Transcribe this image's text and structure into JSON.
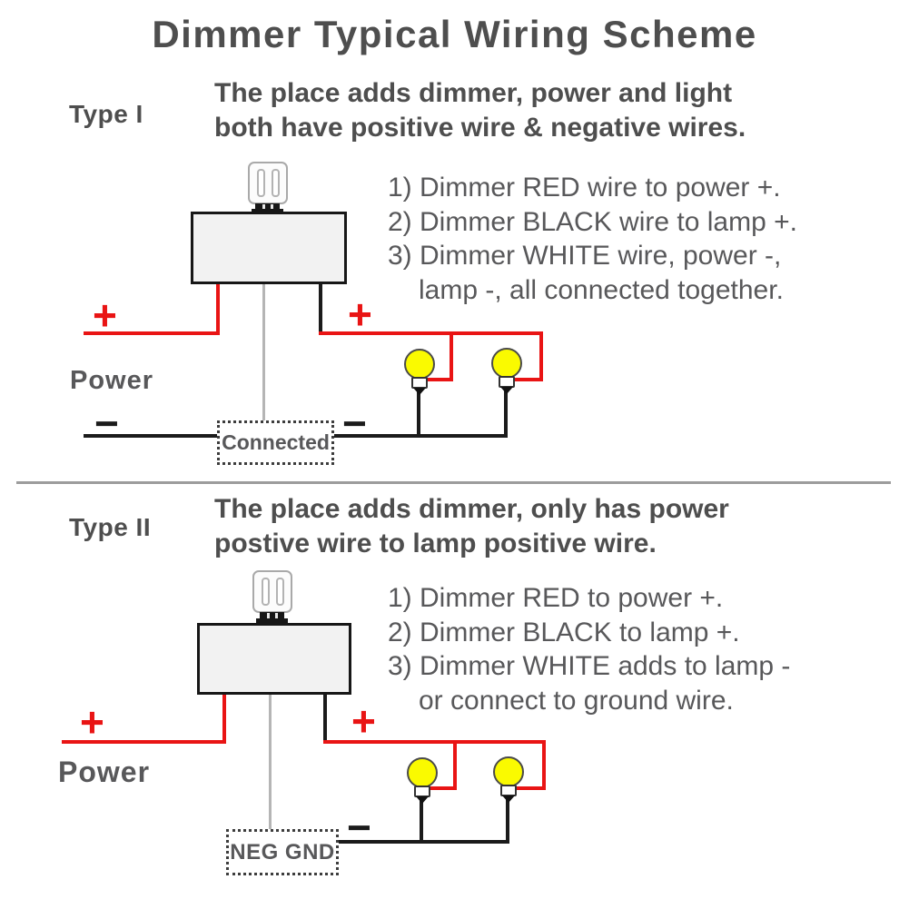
{
  "title": "Dimmer Typical Wiring Scheme",
  "colors": {
    "wire_red": "#e91414",
    "wire_black": "#1b1b1b",
    "wire_white_gray": "#b5b5b5",
    "lamp_yellow": "#fafa00",
    "heading_gray": "#4e4e4e",
    "body_gray": "#58585a",
    "divider_gray": "#9c9c9c"
  },
  "type1": {
    "label": "Type I",
    "desc1": "The place adds dimmer, power and light",
    "desc2": "both have positive wire & negative wires.",
    "steps": [
      "1) Dimmer RED wire to power +.",
      "2) Dimmer BLACK wire to lamp +.",
      "3) Dimmer WHITE wire, power -,",
      "lamp -, all connected together."
    ],
    "power": "Power",
    "junction": "Connected",
    "plus": "+",
    "minus": "−"
  },
  "type2": {
    "label": "Type II",
    "desc1": "The place adds dimmer, only has power",
    "desc2": "postive wire to lamp positive wire.",
    "steps": [
      "1) Dimmer RED to power +.",
      "2) Dimmer BLACK to lamp +.",
      "3) Dimmer WHITE adds to lamp -",
      "or connect to ground wire."
    ],
    "power": "Power",
    "junction": "NEG GND",
    "plus": "+",
    "minus": "−"
  }
}
